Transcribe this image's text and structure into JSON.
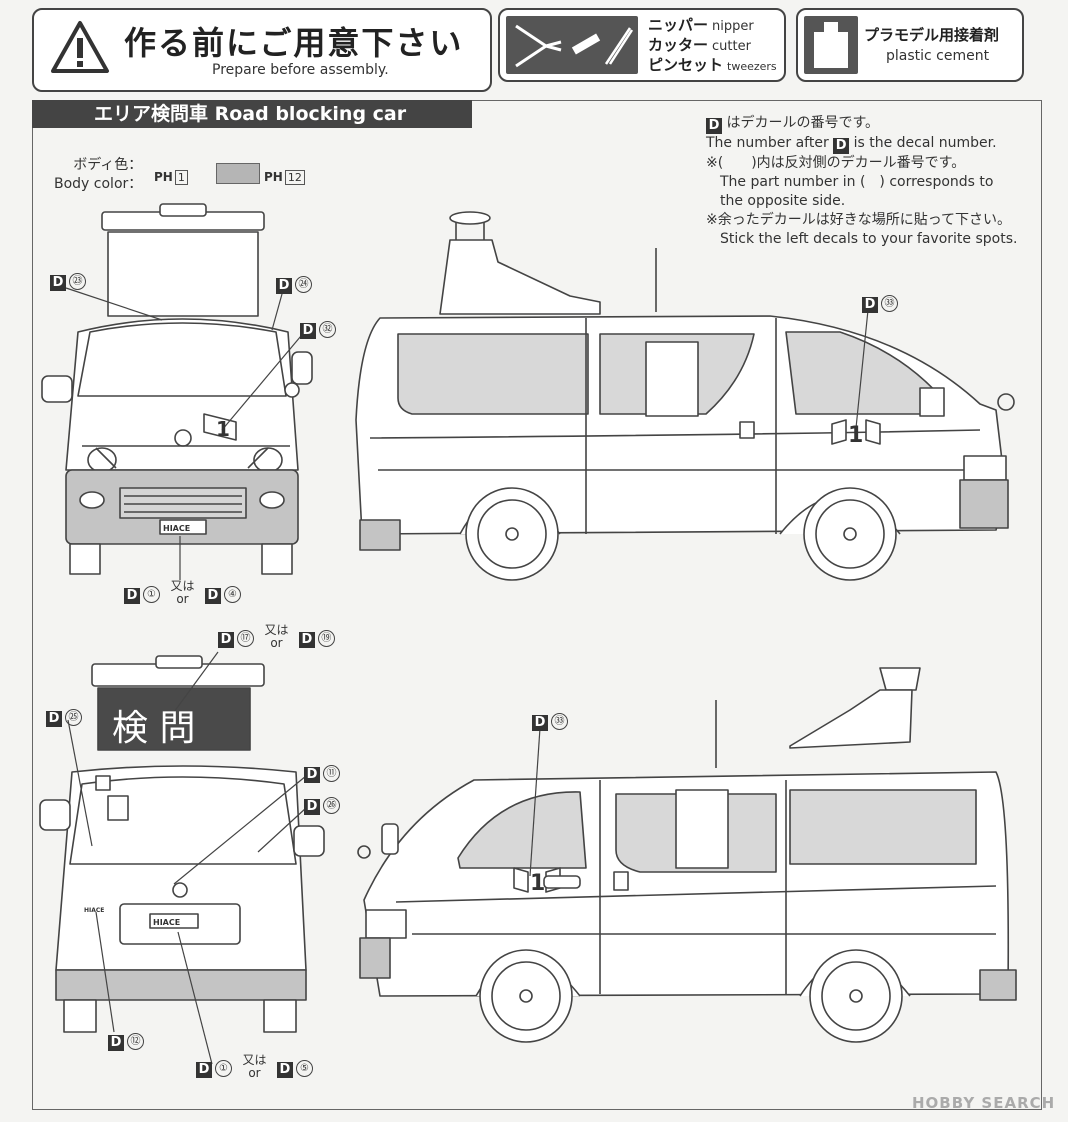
{
  "header": {
    "title": "作る前にご用意下さい",
    "subtitle": "Prepare before assembly.",
    "tools": [
      {
        "jp": "ニッパー",
        "en": "nipper"
      },
      {
        "jp": "カッター",
        "en": "cutter"
      },
      {
        "jp": "ピンセット",
        "en": "tweezers"
      }
    ],
    "cement_jp": "プラモデル用接着剤",
    "cement_en": "plastic cement"
  },
  "section": {
    "title": "エリア検問車 Road blocking car"
  },
  "notes": {
    "decal_jp": "はデカールの番号です。",
    "decal_en_a": "The number after",
    "decal_en_b": "is the decal number.",
    "paren_jp": "※(　　)内は反対側のデカール番号です。",
    "paren_en_1": "The part number in (　) corresponds to",
    "paren_en_2": "the opposite side.",
    "left_jp": "※余ったデカールは好きな場所に貼って下さい。",
    "left_en": "Stick the left decals to your favorite spots."
  },
  "body_color": {
    "label_jp": "ボディ色：",
    "label_en": "Body color：",
    "ph_prefix": "PH",
    "paint_1": "1",
    "paint_2": "12"
  },
  "decal_letter": "D",
  "or_jp": "又は",
  "or_en": "or",
  "callouts": {
    "c23": "㉓",
    "c24": "㉔",
    "c32": "㉜",
    "c33a": "㉝",
    "c33b": "㉝",
    "c1a": "①",
    "c4": "④",
    "c17": "⑰",
    "c19": "⑲",
    "c25": "㉕",
    "c11": "⑪",
    "c26": "㉖",
    "c12": "⑫",
    "c1b": "①",
    "c5": "⑤"
  },
  "vehicle_text": {
    "grille_badge": "HIACE",
    "rear_badge": "HIACE",
    "rear_emblem_text": "HIACE",
    "roof_sign": "検 問",
    "side_number_a": "1",
    "side_number_b": "1",
    "front_number": "1"
  },
  "watermark": "HOBBY SEARCH"
}
